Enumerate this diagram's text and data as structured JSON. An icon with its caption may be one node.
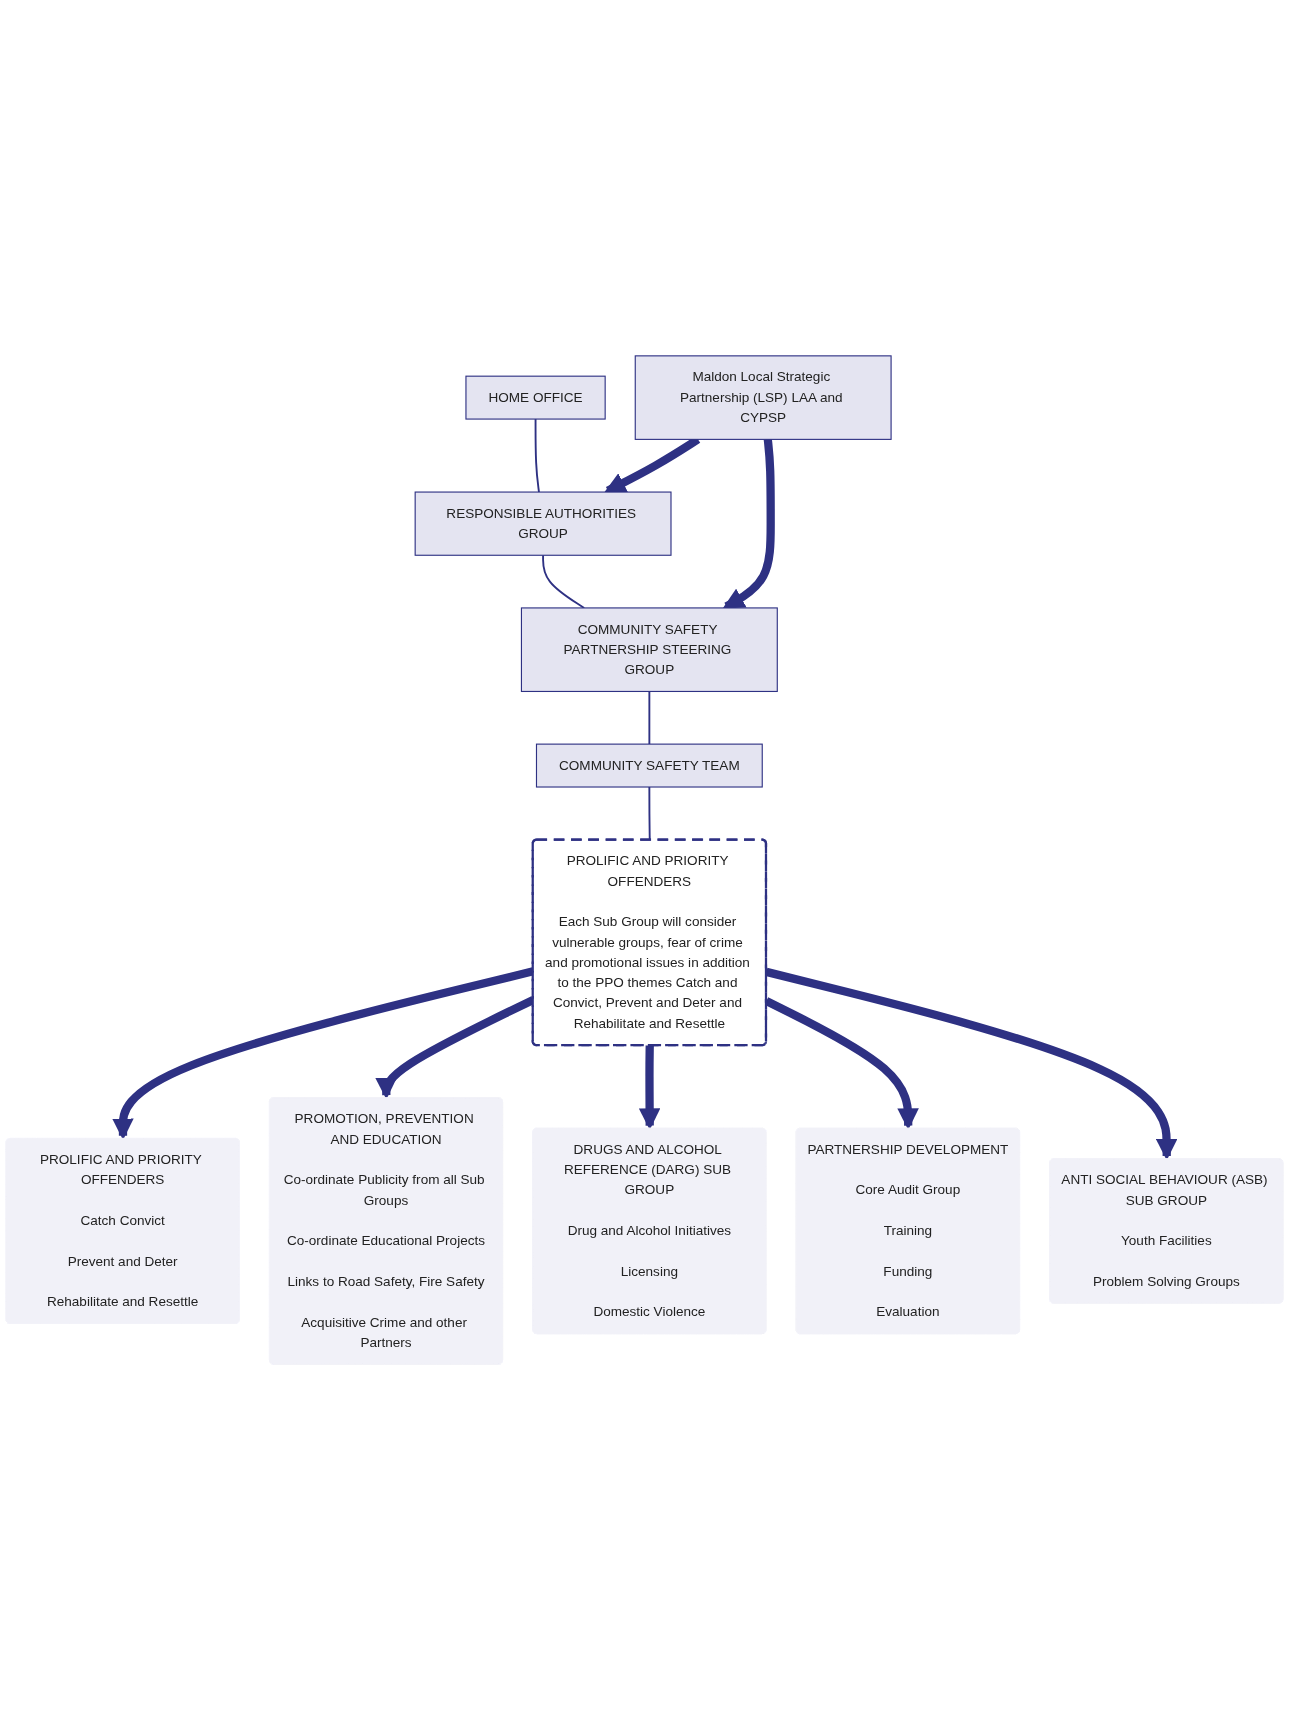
{
  "diagram": {
    "nodes": [
      {
        "text": [
          "HOME OFFICE"
        ]
      },
      {
        "text": [
          "Maldon Local Strategic Partnership (LSP) LAA and CYPSP"
        ]
      },
      {
        "text": [
          "RESPONSIBLE AUTHORITIES GROUP"
        ]
      },
      {
        "text": [
          "COMMUNITY SAFETY PARTNERSHIP STEERING GROUP"
        ]
      },
      {
        "text": [
          "COMMUNITY SAFETY TEAM"
        ]
      },
      {
        "text": [
          "PROLIFIC AND PRIORITY OFFENDERS",
          "Each Sub Group will consider vulnerable groups, fear of crime and promotional issues in addition to the PPO themes Catch and Convict, Prevent and Deter and Rehabilitate and Resettle"
        ]
      },
      {
        "text": [
          "PROLIFIC AND PRIORITY OFFENDERS",
          "Catch Convict",
          "Prevent and Deter",
          "Rehabilitate and Resettle"
        ]
      },
      {
        "text": [
          "PROMOTION, PREVENTION AND EDUCATION",
          "Co-ordinate Publicity from all Sub Groups",
          "Co-ordinate Educational Projects",
          "Links to Road Safety, Fire Safety",
          "Acquisitive Crime and other Partners"
        ]
      },
      {
        "text": [
          "DRUGS AND ALCOHOL REFERENCE (DARG) SUB GROUP",
          "Drug and Alcohol Initiatives",
          "Licensing",
          "Domestic Violence"
        ]
      },
      {
        "text": [
          "PARTNERSHIP DEVELOPMENT",
          "Core Audit Group",
          "Training",
          "Funding",
          "Evaluation"
        ]
      },
      {
        "text": [
          "ANTI SOCIAL BEHAVIOUR (ASB) SUB GROUP",
          "Youth Facilities",
          "Problem Solving Groups"
        ]
      }
    ],
    "edges": [
      {
        "from": 0,
        "to": 2,
        "arrow": "none"
      },
      {
        "from": 2,
        "to": 3,
        "arrow": "none"
      },
      {
        "from": 3,
        "to": 4,
        "arrow": "none"
      },
      {
        "from": 4,
        "to": 5,
        "arrow": "none"
      },
      {
        "from": 1,
        "to": 2,
        "arrow": "to"
      },
      {
        "from": 1,
        "to": 3,
        "arrow": "to"
      },
      {
        "from": 5,
        "to": 6,
        "arrow": "to"
      },
      {
        "from": 5,
        "to": 7,
        "arrow": "to"
      },
      {
        "from": 5,
        "to": 8,
        "arrow": "to"
      },
      {
        "from": 5,
        "to": 9,
        "arrow": "to"
      },
      {
        "from": 5,
        "to": 10,
        "arrow": "to"
      }
    ]
  }
}
